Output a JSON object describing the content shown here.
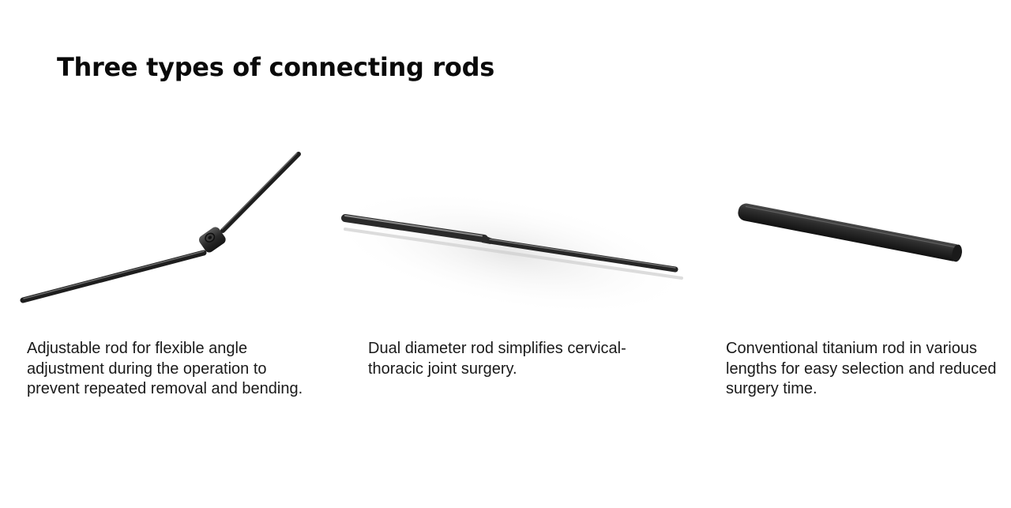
{
  "page": {
    "title": "Three types of connecting rods"
  },
  "products": [
    {
      "image_icon": "adjustable-rod-image",
      "caption": "Adjustable rod for flexible angle adjustment during the operation to prevent repeated removal and bending."
    },
    {
      "image_icon": "dual-diameter-rod-image",
      "caption": "Dual diameter rod simplifies cervical-thoracic joint surgery."
    },
    {
      "image_icon": "titanium-rod-image",
      "caption": "Conventional titanium rod in various lengths for easy selection and reduced surgery time."
    }
  ],
  "colors": {
    "background": "#ffffff",
    "title_text": "#0a0a0a",
    "body_text": "#1a1a1a",
    "rod_metal": "#2b2b2b"
  }
}
